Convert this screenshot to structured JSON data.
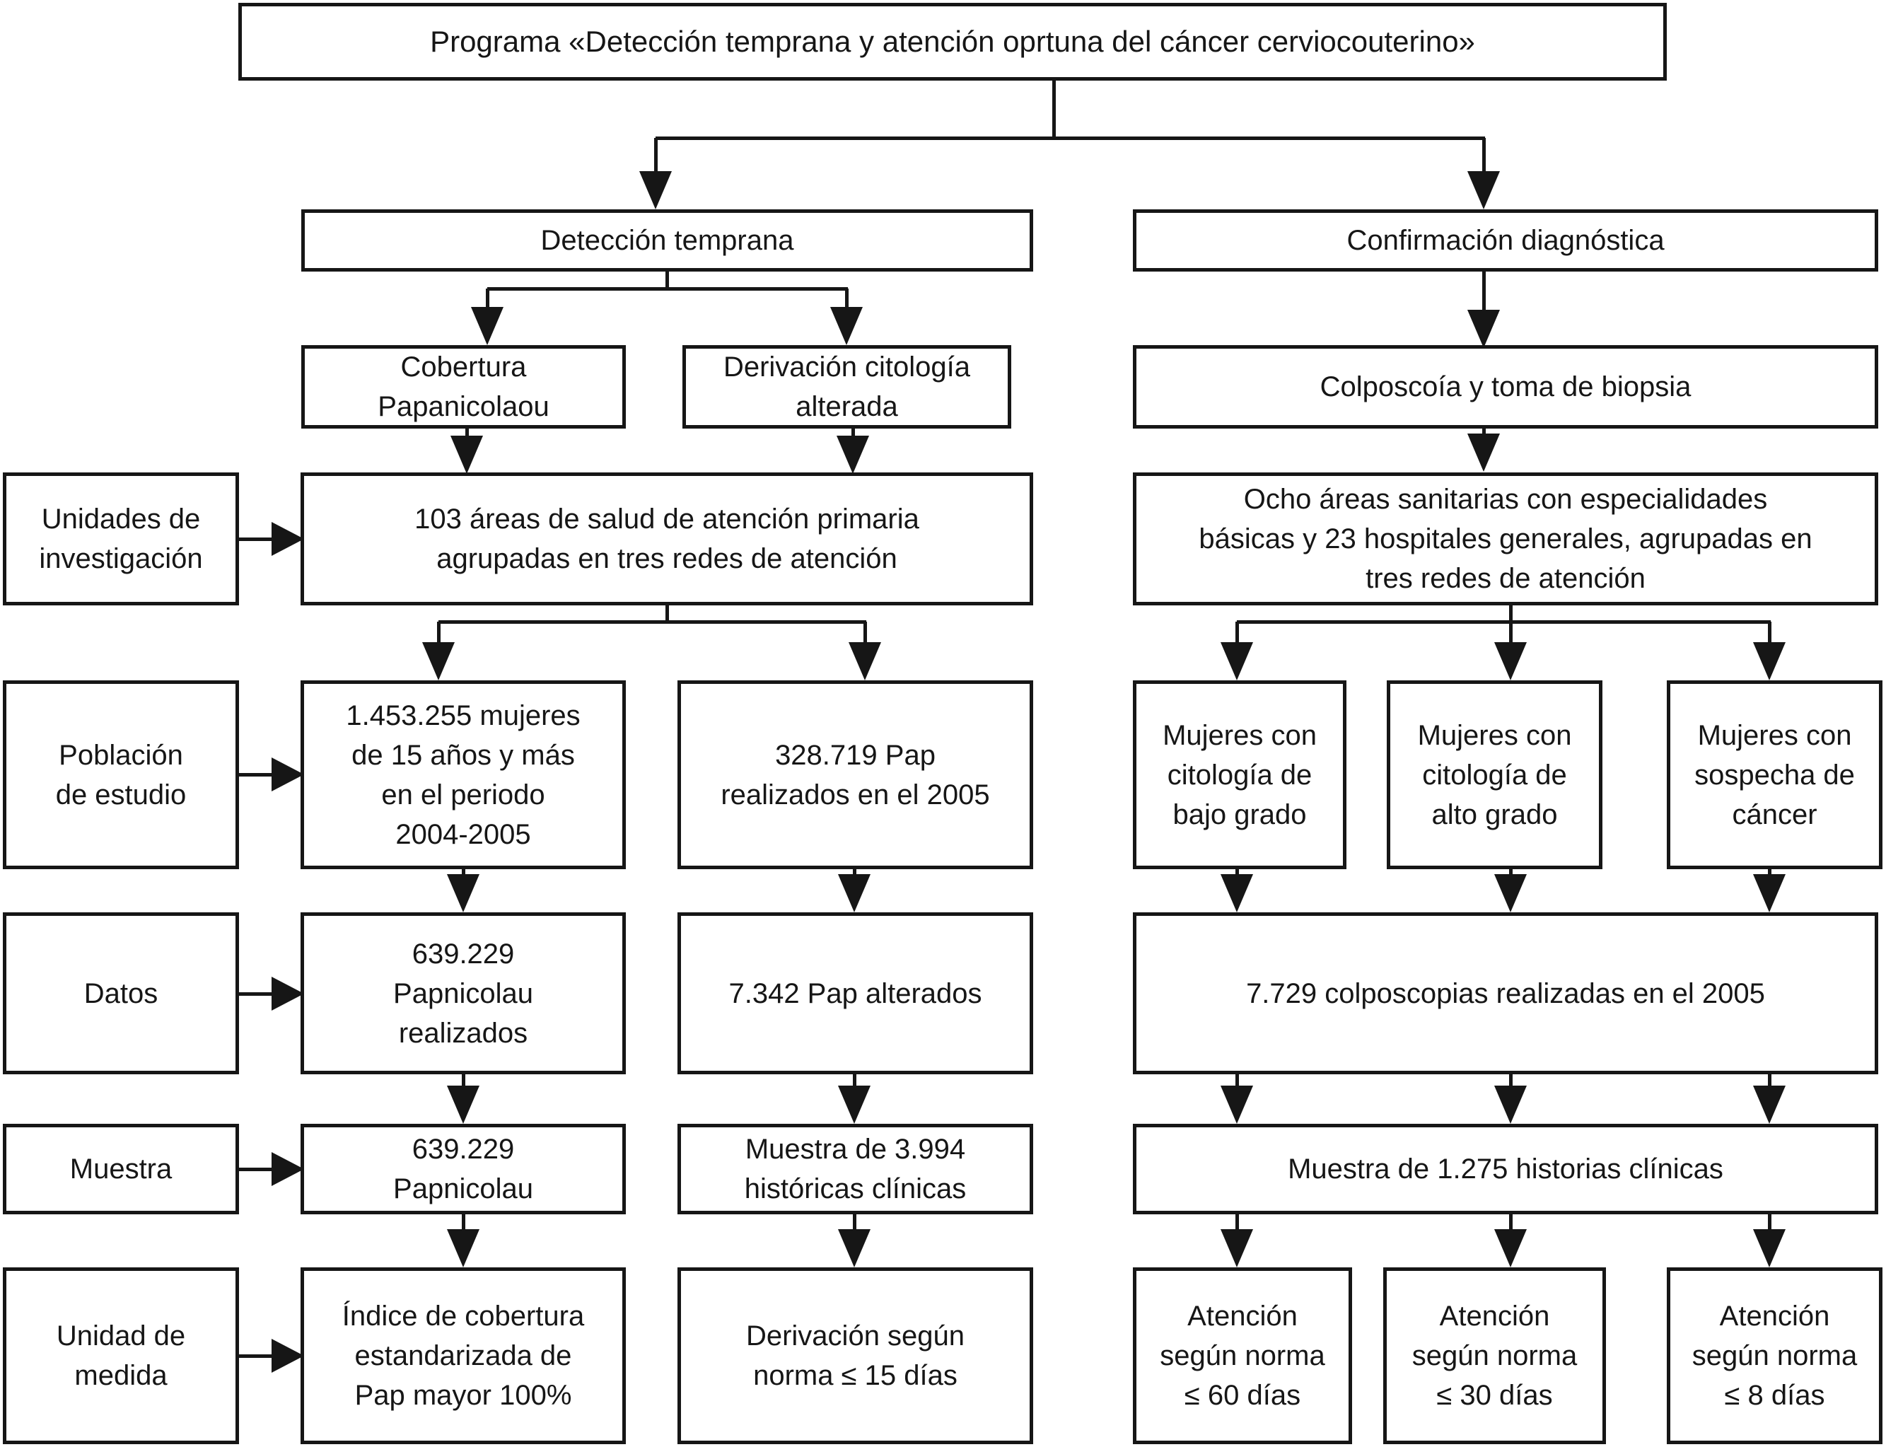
{
  "colors": {
    "ink": "#161616",
    "background": "#ffffff"
  },
  "nodes": {
    "title": "Programa «Detección temprana y atención oprtuna del cáncer cerviocouterino»",
    "deteccion_temprana": "Detección temprana",
    "confirmacion_diagnostica": "Confirmación diagnóstica",
    "cobertura_papanicolaou": "Cobertura\nPapanicolaou",
    "derivacion_citologia": "Derivación citología\nalterada",
    "colposcopia_biopsia": "Colposcoía y toma de biopsia",
    "label_unidades": "Unidades de\ninvestigación",
    "areas_salud_103": "103 áreas de salud de atención primaria\nagrupadas en tres redes de atención",
    "ocho_areas": "Ocho áreas sanitarias con especialidades\nbásicas y 23 hospitales generales, agrupadas en\ntres redes de atención",
    "label_poblacion": "Población\nde estudio",
    "mujeres_1453255": "1.453.255 mujeres\nde 15 años y más\nen el periodo\n2004-2005",
    "pap_328719": "328.719 Pap\nrealizados en el 2005",
    "mujeres_bajo_grado": "Mujeres con\ncitología de\nbajo grado",
    "mujeres_alto_grado": "Mujeres con\ncitología de\nalto grado",
    "mujeres_sospecha": "Mujeres con\nsospecha de\ncáncer",
    "label_datos": "Datos",
    "pap_639229_realizados": "639.229\nPapnicolau\nrealizados",
    "pap_7342_alterados": "7.342 Pap alterados",
    "colposcopias_7729": "7.729 colposcopias realizadas en el 2005",
    "label_muestra": "Muestra",
    "muestra_639229": "639.229\nPapnicolau",
    "muestra_3994": "Muestra de 3.994\nhistóricas clínicas",
    "muestra_1275": "Muestra de 1.275 historias clínicas",
    "label_unidad_medida": "Unidad de\nmedida",
    "indice_cobertura": "Índice de cobertura\nestandarizada de\nPap mayor 100%",
    "derivacion_norma_15": "Derivación según\nnorma ≤ 15 días",
    "atencion_60": "Atención\nsegún norma\n≤ 60 días",
    "atencion_30": "Atención\nsegún norma\n≤ 30 días",
    "atencion_8": "Atención\nsegún norma\n≤ 8 días"
  }
}
